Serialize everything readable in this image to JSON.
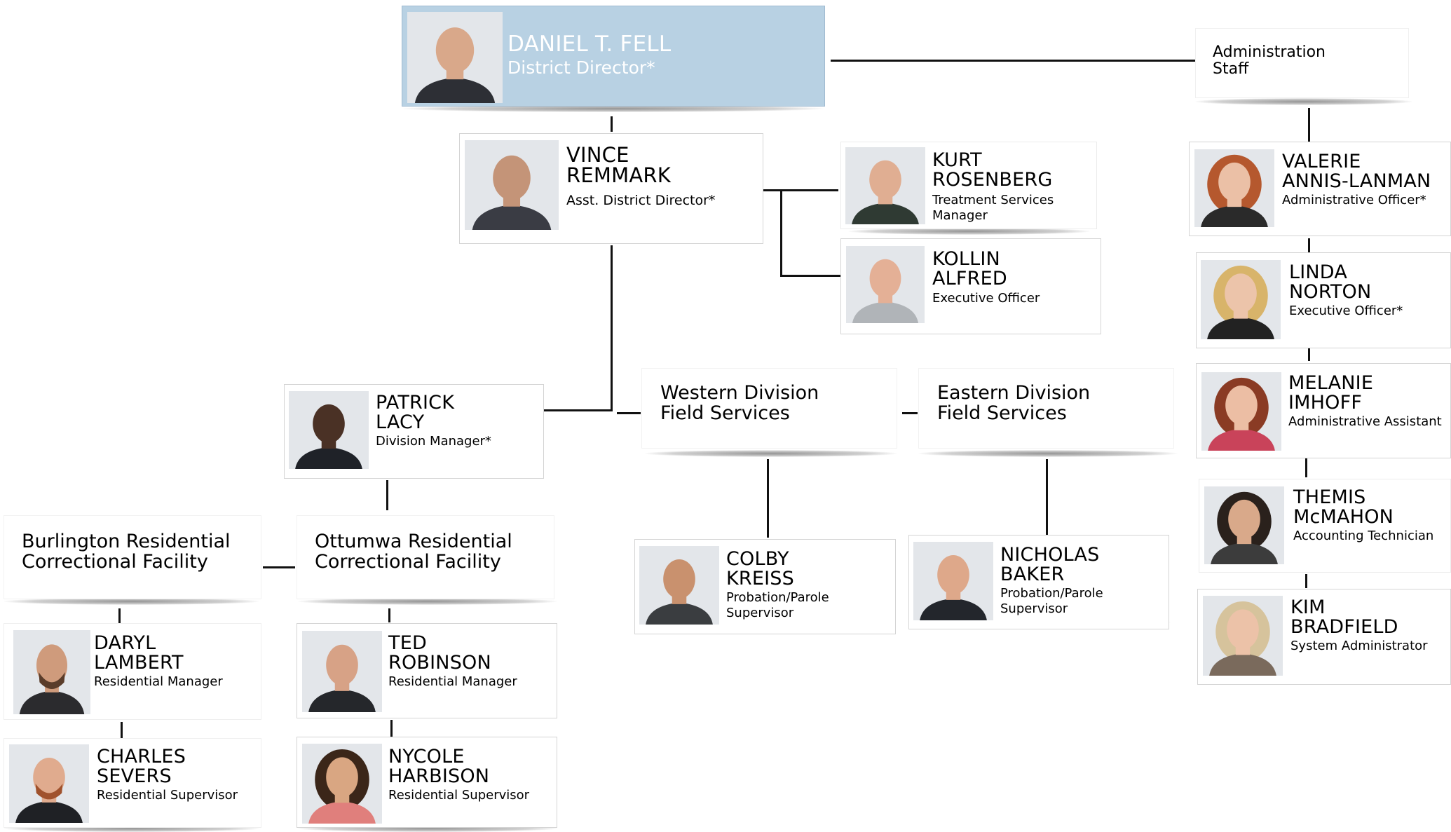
{
  "director": {
    "first": "DANIEL T. FELL",
    "title": "District Director*"
  },
  "admin_staff": {
    "line1": "Administration",
    "line2": "Staff"
  },
  "people": {
    "remmark": {
      "first": "VINCE",
      "last": "REMMARK",
      "title": "Asst. District Director*"
    },
    "rosenberg": {
      "first": "KURT",
      "last": "ROSENBERG",
      "title": "Treatment Services Manager"
    },
    "alfred": {
      "first": "KOLLIN",
      "last": "ALFRED",
      "title": "Executive Officer"
    },
    "annis_lanman": {
      "first": "VALERIE",
      "last": "ANNIS-LANMAN",
      "title": "Administrative Officer*"
    },
    "norton": {
      "first": "LINDA",
      "last": "NORTON",
      "title": "Executive Officer*"
    },
    "imhoff": {
      "first": "MELANIE",
      "last": "IMHOFF",
      "title": "Administrative Assistant"
    },
    "mcmahon": {
      "first": "THEMIS",
      "last": "McMAHON",
      "title": "Accounting Technician"
    },
    "bradfield": {
      "first": "KIM",
      "last": "BRADFIELD",
      "title": "System Administrator"
    },
    "lacy": {
      "first": "PATRICK",
      "last": "LACY",
      "title": "Division Manager*"
    },
    "kreiss": {
      "first": "COLBY",
      "last": "KREISS",
      "title": "Probation/Parole Supervisor"
    },
    "baker": {
      "first": "NICHOLAS",
      "last": "BAKER",
      "title": "Probation/Parole Supervisor"
    },
    "lambert": {
      "first": "DARYL",
      "last": "LAMBERT",
      "title": "Residential Manager"
    },
    "severs": {
      "first": "CHARLES",
      "last": "SEVERS",
      "title": "Residential Supervisor"
    },
    "robinson": {
      "first": "TED",
      "last": "ROBINSON",
      "title": "Residential Manager"
    },
    "harbison": {
      "first": "NYCOLE",
      "last": "HARBISON",
      "title": "Residential Supervisor"
    }
  },
  "units": {
    "western": {
      "line1": "Western Division",
      "line2": "Field Services"
    },
    "eastern": {
      "line1": "Eastern Division",
      "line2": "Field Services"
    },
    "burlington": {
      "line1": "Burlington Residential",
      "line2": "Correctional Facility"
    },
    "ottumwa": {
      "line1": "Ottumwa Residential",
      "line2": "Correctional Facility"
    }
  },
  "colors": {
    "director_fill": "#b8d1e3",
    "director_text": "#ffffff",
    "connector": "#111111"
  }
}
